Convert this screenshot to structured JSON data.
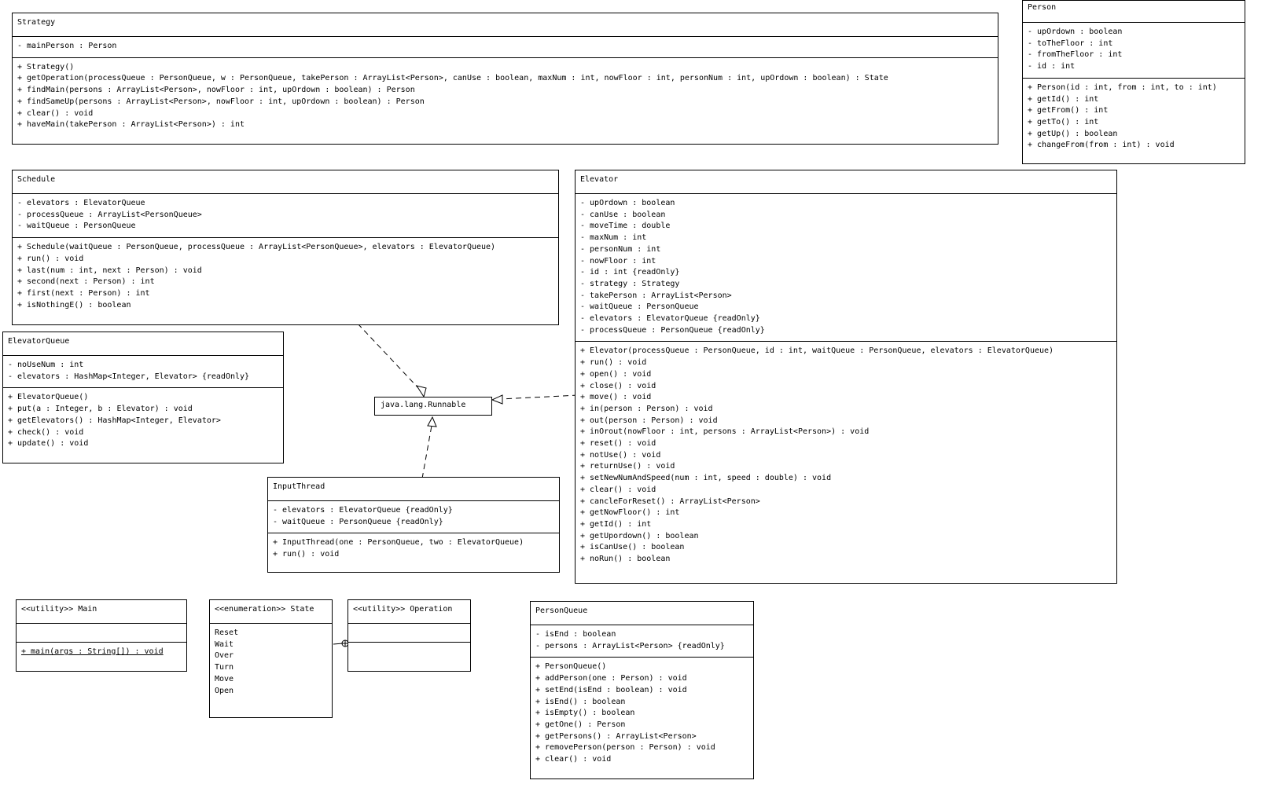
{
  "classes": {
    "strategy": {
      "name": "Strategy",
      "attributes": [
        "- mainPerson : Person"
      ],
      "operations": [
        "+ Strategy()",
        "+ getOperation(processQueue : PersonQueue, w : PersonQueue, takePerson : ArrayList<Person>, canUse : boolean, maxNum : int, nowFloor : int, personNum : int, upOrdown : boolean) : State",
        "+ findMain(persons : ArrayList<Person>, nowFloor : int, upOrdown : boolean) : Person",
        "+ findSameUp(persons : ArrayList<Person>, nowFloor : int, upOrdown : boolean) : Person",
        "+ clear() : void",
        "+ haveMain(takePerson : ArrayList<Person>) : int"
      ]
    },
    "person": {
      "name": "Person",
      "attributes": [
        "- upOrdown : boolean",
        "- toTheFloor : int",
        "- fromTheFloor : int",
        "- id : int"
      ],
      "operations": [
        "+ Person(id : int, from : int, to : int)",
        "+ getId() : int",
        "+ getFrom() : int",
        "+ getTo() : int",
        "+ getUp() : boolean",
        "+ changeFrom(from : int) : void"
      ]
    },
    "schedule": {
      "name": "Schedule",
      "attributes": [
        "- elevators : ElevatorQueue",
        "- processQueue : ArrayList<PersonQueue>",
        "- waitQueue : PersonQueue"
      ],
      "operations": [
        "+ Schedule(waitQueue : PersonQueue, processQueue : ArrayList<PersonQueue>, elevators : ElevatorQueue)",
        "+ run() : void",
        "+ last(num : int, next : Person) : void",
        "+ second(next : Person) : int",
        "+ first(next : Person) : int",
        "+ isNothingE() : boolean"
      ]
    },
    "elevator": {
      "name": "Elevator",
      "attributes": [
        "- upOrdown : boolean",
        "- canUse : boolean",
        "- moveTime : double",
        "- maxNum : int",
        "- personNum : int",
        "- nowFloor : int",
        "- id : int {readOnly}",
        "- strategy : Strategy",
        "- takePerson : ArrayList<Person>",
        "- waitQueue : PersonQueue",
        "- elevators : ElevatorQueue {readOnly}",
        "- processQueue : PersonQueue {readOnly}"
      ],
      "operations": [
        "+ Elevator(processQueue : PersonQueue, id : int, waitQueue : PersonQueue, elevators : ElevatorQueue)",
        "+ run() : void",
        "+ open() : void",
        "+ close() : void",
        "+ move() : void",
        "+ in(person : Person) : void",
        "+ out(person : Person) : void",
        "+ inOrout(nowFloor : int, persons : ArrayList<Person>) : void",
        "+ reset() : void",
        "+ notUse() : void",
        "+ returnUse() : void",
        "+ setNewNumAndSpeed(num : int, speed : double) : void",
        "+ clear() : void",
        "+ cancleForReset() : ArrayList<Person>",
        "+ getNowFloor() : int",
        "+ getId() : int",
        "+ getUpordown() : boolean",
        "+ isCanUse() : boolean",
        "+ noRun() : boolean"
      ]
    },
    "elevatorQueue": {
      "name": "ElevatorQueue",
      "attributes": [
        "- noUseNum : int",
        "- elevators : HashMap<Integer, Elevator> {readOnly}"
      ],
      "operations": [
        "+ ElevatorQueue()",
        "+ put(a : Integer, b : Elevator) : void",
        "+ getElevators() : HashMap<Integer, Elevator>",
        "+ check() : void",
        "+ update() : void"
      ]
    },
    "inputThread": {
      "name": "InputThread",
      "attributes": [
        "- elevators : ElevatorQueue {readOnly}",
        "- waitQueue : PersonQueue {readOnly}"
      ],
      "operations": [
        "+ InputThread(one : PersonQueue, two : ElevatorQueue)",
        "+ run() : void"
      ]
    },
    "main": {
      "name": "<<utility>> Main",
      "attributes": [],
      "operations": [
        "+ main(args : String[]) : void"
      ]
    },
    "state": {
      "name": "<<enumeration>> State",
      "literals": [
        "Reset",
        "Wait",
        "Over",
        "Turn",
        "Move",
        "Open"
      ]
    },
    "operation": {
      "name": "<<utility>> Operation",
      "attributes": [],
      "operations": []
    },
    "personQueue": {
      "name": "PersonQueue",
      "attributes": [
        "- isEnd : boolean",
        "- persons : ArrayList<Person> {readOnly}"
      ],
      "operations": [
        "+ PersonQueue()",
        "+ addPerson(one : Person) : void",
        "+ setEnd(isEnd : boolean) : void",
        "+ isEnd() : boolean",
        "+ isEmpty() : boolean",
        "+ getOne() : Person",
        "+ getPersons() : ArrayList<Person>",
        "+ removePerson(person : Person) : void",
        "+ clear() : void"
      ]
    }
  },
  "interface": {
    "name": "java.lang.Runnable"
  }
}
